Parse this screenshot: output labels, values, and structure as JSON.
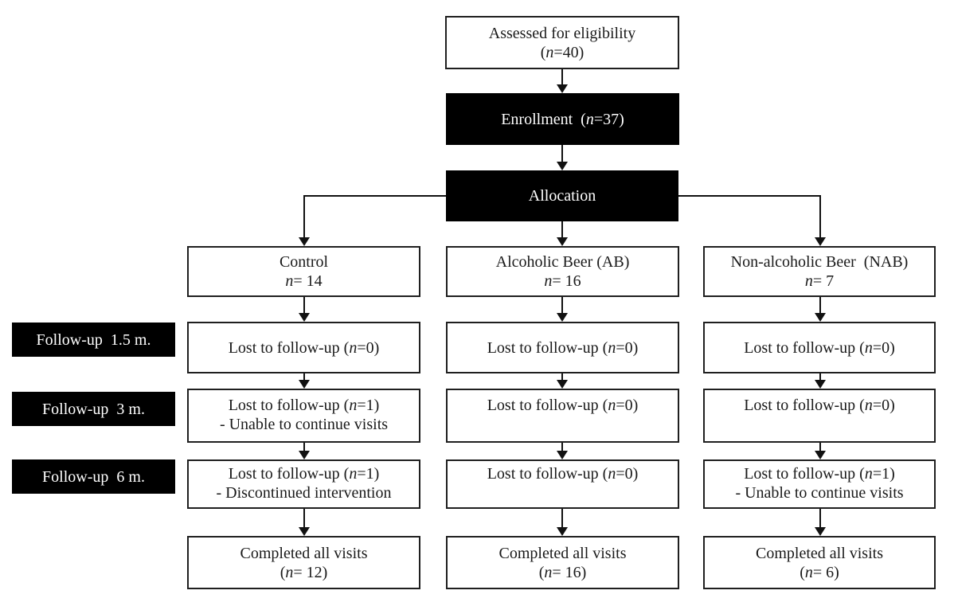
{
  "flow": {
    "eligibility": {
      "line1": {
        "pre": "Assessed for eligibility"
      },
      "line2": {
        "pre": "(",
        "n": "n",
        "post": "=40)"
      }
    },
    "enrollment": {
      "line1": {
        "pre": "Enrollment  (",
        "n": "n",
        "post": "=37)"
      }
    },
    "allocation": {
      "line1": {
        "pre": "Allocation"
      }
    },
    "followup_labels": [
      {
        "line1": {
          "pre": "Follow-up  1.5 m."
        }
      },
      {
        "line1": {
          "pre": "Follow-up  3 m."
        }
      },
      {
        "line1": {
          "pre": "Follow-up  6 m."
        }
      }
    ],
    "columns": [
      {
        "name": "Control",
        "header": {
          "line1": {
            "pre": "Control"
          },
          "line2": {
            "n": "n",
            "post": "= 14"
          }
        },
        "fu15": {
          "line1": {
            "pre": "Lost to follow-up (",
            "n": "n",
            "post": "=0)"
          }
        },
        "fu3": {
          "line1": {
            "pre": "Lost to follow-up (",
            "n": "n",
            "post": "=1)"
          },
          "line2": {
            "pre": "- Unable to continue visits"
          }
        },
        "fu6": {
          "line1": {
            "pre": "Lost to follow-up (",
            "n": "n",
            "post": "=1)"
          },
          "line2": {
            "pre": "- Discontinued intervention"
          }
        },
        "completed": {
          "line1": {
            "pre": "Completed all visits"
          },
          "line2": {
            "pre": "(",
            "n": "n",
            "post": "= 12)"
          }
        }
      },
      {
        "name": "Alcoholic Beer (AB)",
        "header": {
          "line1": {
            "pre": "Alcoholic Beer (AB)"
          },
          "line2": {
            "n": "n",
            "post": "= 16"
          }
        },
        "fu15": {
          "line1": {
            "pre": "Lost to follow-up (",
            "n": "n",
            "post": "=0)"
          }
        },
        "fu3": {
          "line1": {
            "pre": "Lost to follow-up (",
            "n": "n",
            "post": "=0)"
          }
        },
        "fu6": {
          "line1": {
            "pre": "Lost to follow-up (",
            "n": "n",
            "post": "=0)"
          }
        },
        "completed": {
          "line1": {
            "pre": "Completed all visits"
          },
          "line2": {
            "pre": "(",
            "n": "n",
            "post": "= 16)"
          }
        }
      },
      {
        "name": "Non-alcoholic Beer (NAB)",
        "header": {
          "line1": {
            "pre": "Non-alcoholic Beer  (NAB)"
          },
          "line2": {
            "n": "n",
            "post": "= 7"
          }
        },
        "fu15": {
          "line1": {
            "pre": "Lost to follow-up (",
            "n": "n",
            "post": "=0)"
          }
        },
        "fu3": {
          "line1": {
            "pre": "Lost to follow-up (",
            "n": "n",
            "post": "=0)"
          }
        },
        "fu6": {
          "line1": {
            "pre": "Lost to follow-up (",
            "n": "n",
            "post": "=1)"
          },
          "line2": {
            "pre": "- Unable to continue visits"
          }
        },
        "completed": {
          "line1": {
            "pre": "Completed all visits"
          },
          "line2": {
            "pre": "(",
            "n": "n",
            "post": "= 6)"
          }
        }
      }
    ],
    "colors": {
      "stage_box_fill": "#000000",
      "stage_box_text": "#ffffff",
      "box_border": "#1f1f1f",
      "text": "#1a1a1a",
      "background": "#ffffff"
    }
  }
}
